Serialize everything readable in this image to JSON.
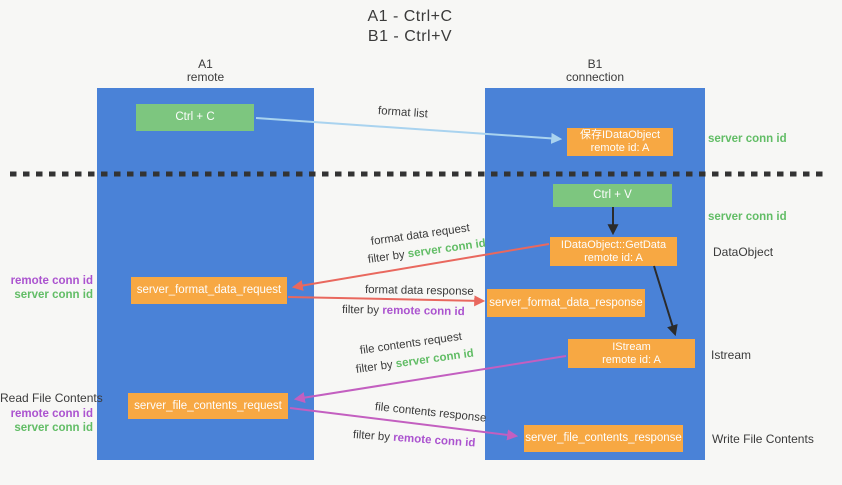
{
  "title": {
    "line1": "A1 - Ctrl+C",
    "line2": "B1 - Ctrl+V"
  },
  "lanes": [
    {
      "header_line1": "A1",
      "header_line2": "remote"
    },
    {
      "header_line1": "B1",
      "header_line2": "connection"
    }
  ],
  "nodes": {
    "ctrl_c": {
      "label": "Ctrl + C"
    },
    "ctrl_v": {
      "label": "Ctrl + V"
    },
    "save_idataobject": {
      "line1": "保存IDataObject",
      "line2": "remote id: A"
    },
    "idataobject_getdata": {
      "line1": "IDataObject::GetData",
      "line2": "remote id: A"
    },
    "istream": {
      "line1": "IStream",
      "line2": "remote id: A"
    },
    "format_request": {
      "label": "server_format_data_request"
    },
    "format_response": {
      "label": "server_format_data_response"
    },
    "file_request": {
      "label": "server_file_contents_request"
    },
    "file_response": {
      "label": "server_file_contents_response"
    }
  },
  "edge_labels": {
    "format_list": "format list",
    "format_data_request": "format data request",
    "format_data_response": "format data response",
    "file_contents_request": "file contents request",
    "file_contents_response": "file contents response",
    "filter_by": "filter by ",
    "server_conn_id": "server conn id",
    "remote_conn_id": "remote conn id"
  },
  "side_labels": {
    "server_conn_id_right_top": "server conn id",
    "server_conn_id_right_mid": "server conn id",
    "dataobject": "DataObject",
    "istream": "Istream",
    "write_file_contents": "Write File Contents",
    "read_file_contents": "Read File Contents",
    "remote_conn_id_left_1": "remote conn id",
    "server_conn_id_left_1": "server conn id",
    "remote_conn_id_left_2": "remote conn id",
    "server_conn_id_left_2": "server conn id"
  },
  "colors": {
    "background": "#f7f7f5",
    "lane_blue": "#4a82d7",
    "box_green": "#7dc67f",
    "box_orange": "#f7a843",
    "arrow_lightblue": "#a9d3ef",
    "arrow_red": "#e9685e",
    "arrow_magenta": "#c35fc0",
    "arrow_black": "#2b2b2b",
    "dotted_line": "#333333",
    "text_green": "#62bd66",
    "text_purple": "#ab53cf",
    "text_dark": "#3b3b3b"
  }
}
